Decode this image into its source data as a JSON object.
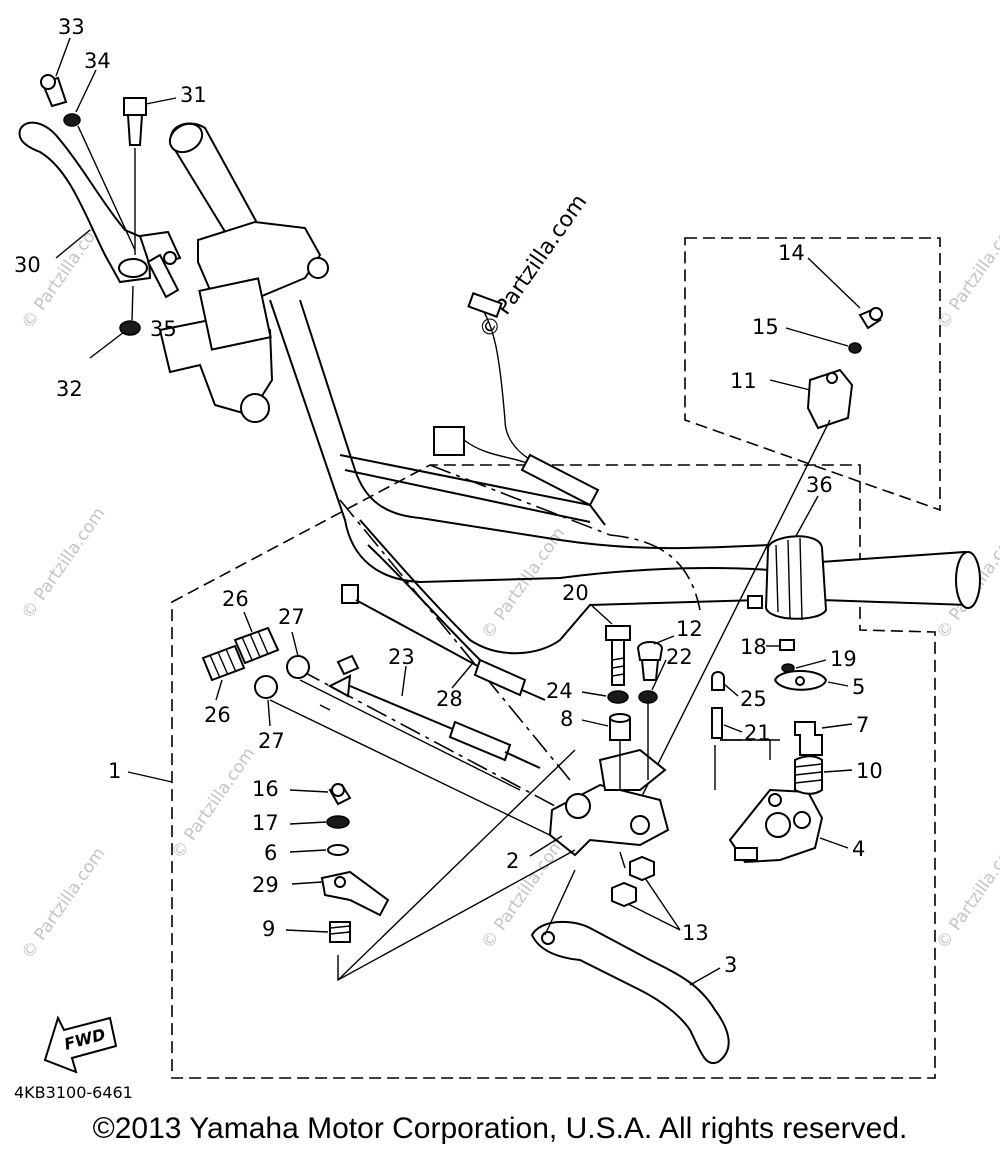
{
  "diagram": {
    "part_labels": [
      "1",
      "2",
      "3",
      "4",
      "5",
      "6",
      "7",
      "8",
      "9",
      "10",
      "11",
      "12",
      "13",
      "14",
      "15",
      "16",
      "17",
      "18",
      "19",
      "20",
      "21",
      "22",
      "23",
      "24",
      "25",
      "26",
      "26",
      "27",
      "27",
      "28",
      "29",
      "30",
      "31",
      "32",
      "33",
      "34",
      "35",
      "36"
    ],
    "drawing_code": "4KB3100-6461",
    "fwd_label": "FWD",
    "watermark_main": "© Partzilla.com",
    "watermark_small": "© Partzilla.com"
  },
  "footer": {
    "copyright": "©2013 Yamaha Motor Corporation, U.S.A. All rights reserved."
  }
}
